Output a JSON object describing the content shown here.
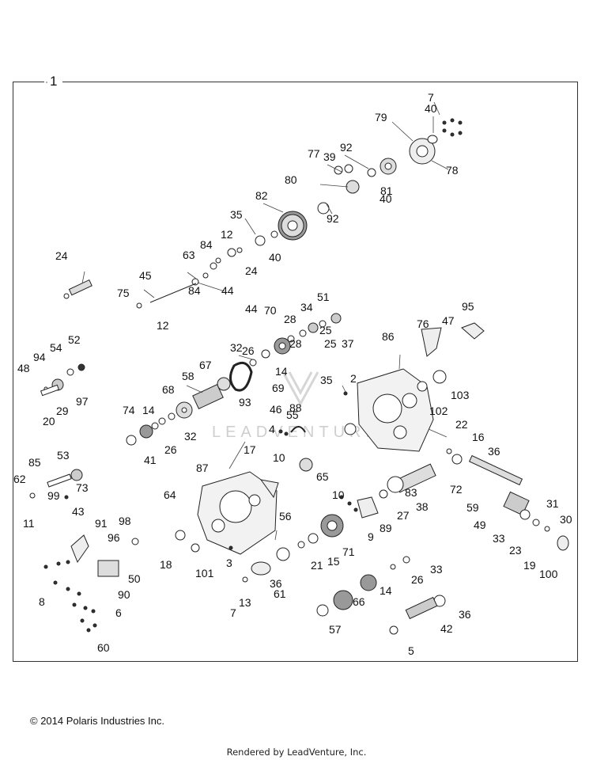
{
  "diagram": {
    "assembly_label": "1",
    "callouts": [
      "7",
      "40",
      "79",
      "78",
      "92",
      "39",
      "77",
      "81",
      "80",
      "40",
      "92",
      "82",
      "35",
      "40",
      "12",
      "84",
      "63",
      "24",
      "84",
      "44",
      "44",
      "45",
      "12",
      "75",
      "24",
      "51",
      "34",
      "28",
      "70",
      "25",
      "37",
      "25",
      "28",
      "32",
      "26",
      "69",
      "14",
      "67",
      "95",
      "47",
      "76",
      "52",
      "54",
      "94",
      "48",
      "97",
      "29",
      "20",
      "86",
      "2",
      "103",
      "102",
      "58",
      "68",
      "14",
      "74",
      "32",
      "26",
      "41",
      "46",
      "4",
      "88",
      "55",
      "93",
      "22",
      "16",
      "36",
      "53",
      "85",
      "62",
      "73",
      "99",
      "11",
      "43",
      "87",
      "17",
      "10",
      "35",
      "65",
      "72",
      "59",
      "83",
      "38",
      "64",
      "56",
      "10",
      "27",
      "9",
      "89",
      "49",
      "31",
      "33",
      "30",
      "23",
      "91",
      "98",
      "96",
      "50",
      "90",
      "18",
      "101",
      "3",
      "71",
      "21",
      "15",
      "36",
      "61",
      "13",
      "7",
      "19",
      "100",
      "8",
      "6",
      "33",
      "14",
      "26",
      "66",
      "57",
      "36",
      "42",
      "60",
      "5",
      "41"
    ],
    "watermark": "LEADVENTURE"
  },
  "footer": {
    "copyright": "© 2014 Polaris Industries Inc.",
    "rendered_by": "Rendered by LeadVenture, Inc."
  }
}
